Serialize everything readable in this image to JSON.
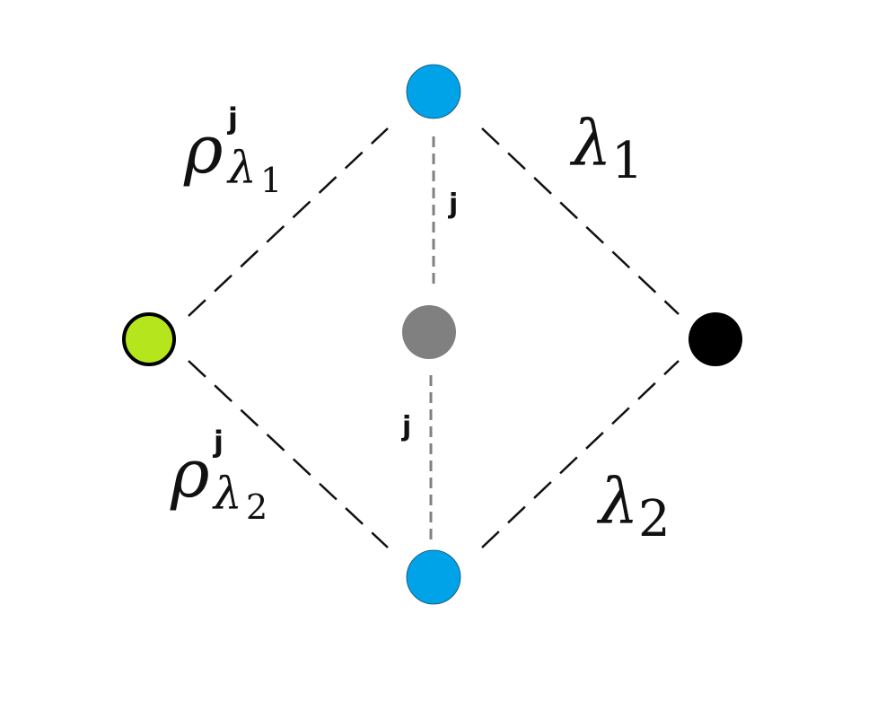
{
  "colors": {
    "top_node": "#00a2e8",
    "bottom_node": "#00a2e8",
    "left_node": "#b5e61d",
    "center_node": "#808080",
    "right_node": "#000000",
    "solid_edge": "#111111",
    "vertical_edge": "#808080"
  },
  "labels": {
    "rho": "ρ",
    "j_super_1": "j",
    "lambda_sub_1_symbol": "λ",
    "lambda_sub_1_index": "1",
    "j_super_2": "j",
    "lambda_sub_2_symbol": "λ",
    "lambda_sub_2_index": "2",
    "lambda_1_symbol": "λ",
    "lambda_1_index": "1",
    "lambda_2_symbol": "λ",
    "lambda_2_index": "2",
    "edge_j_upper": "j",
    "edge_j_lower": "j"
  }
}
